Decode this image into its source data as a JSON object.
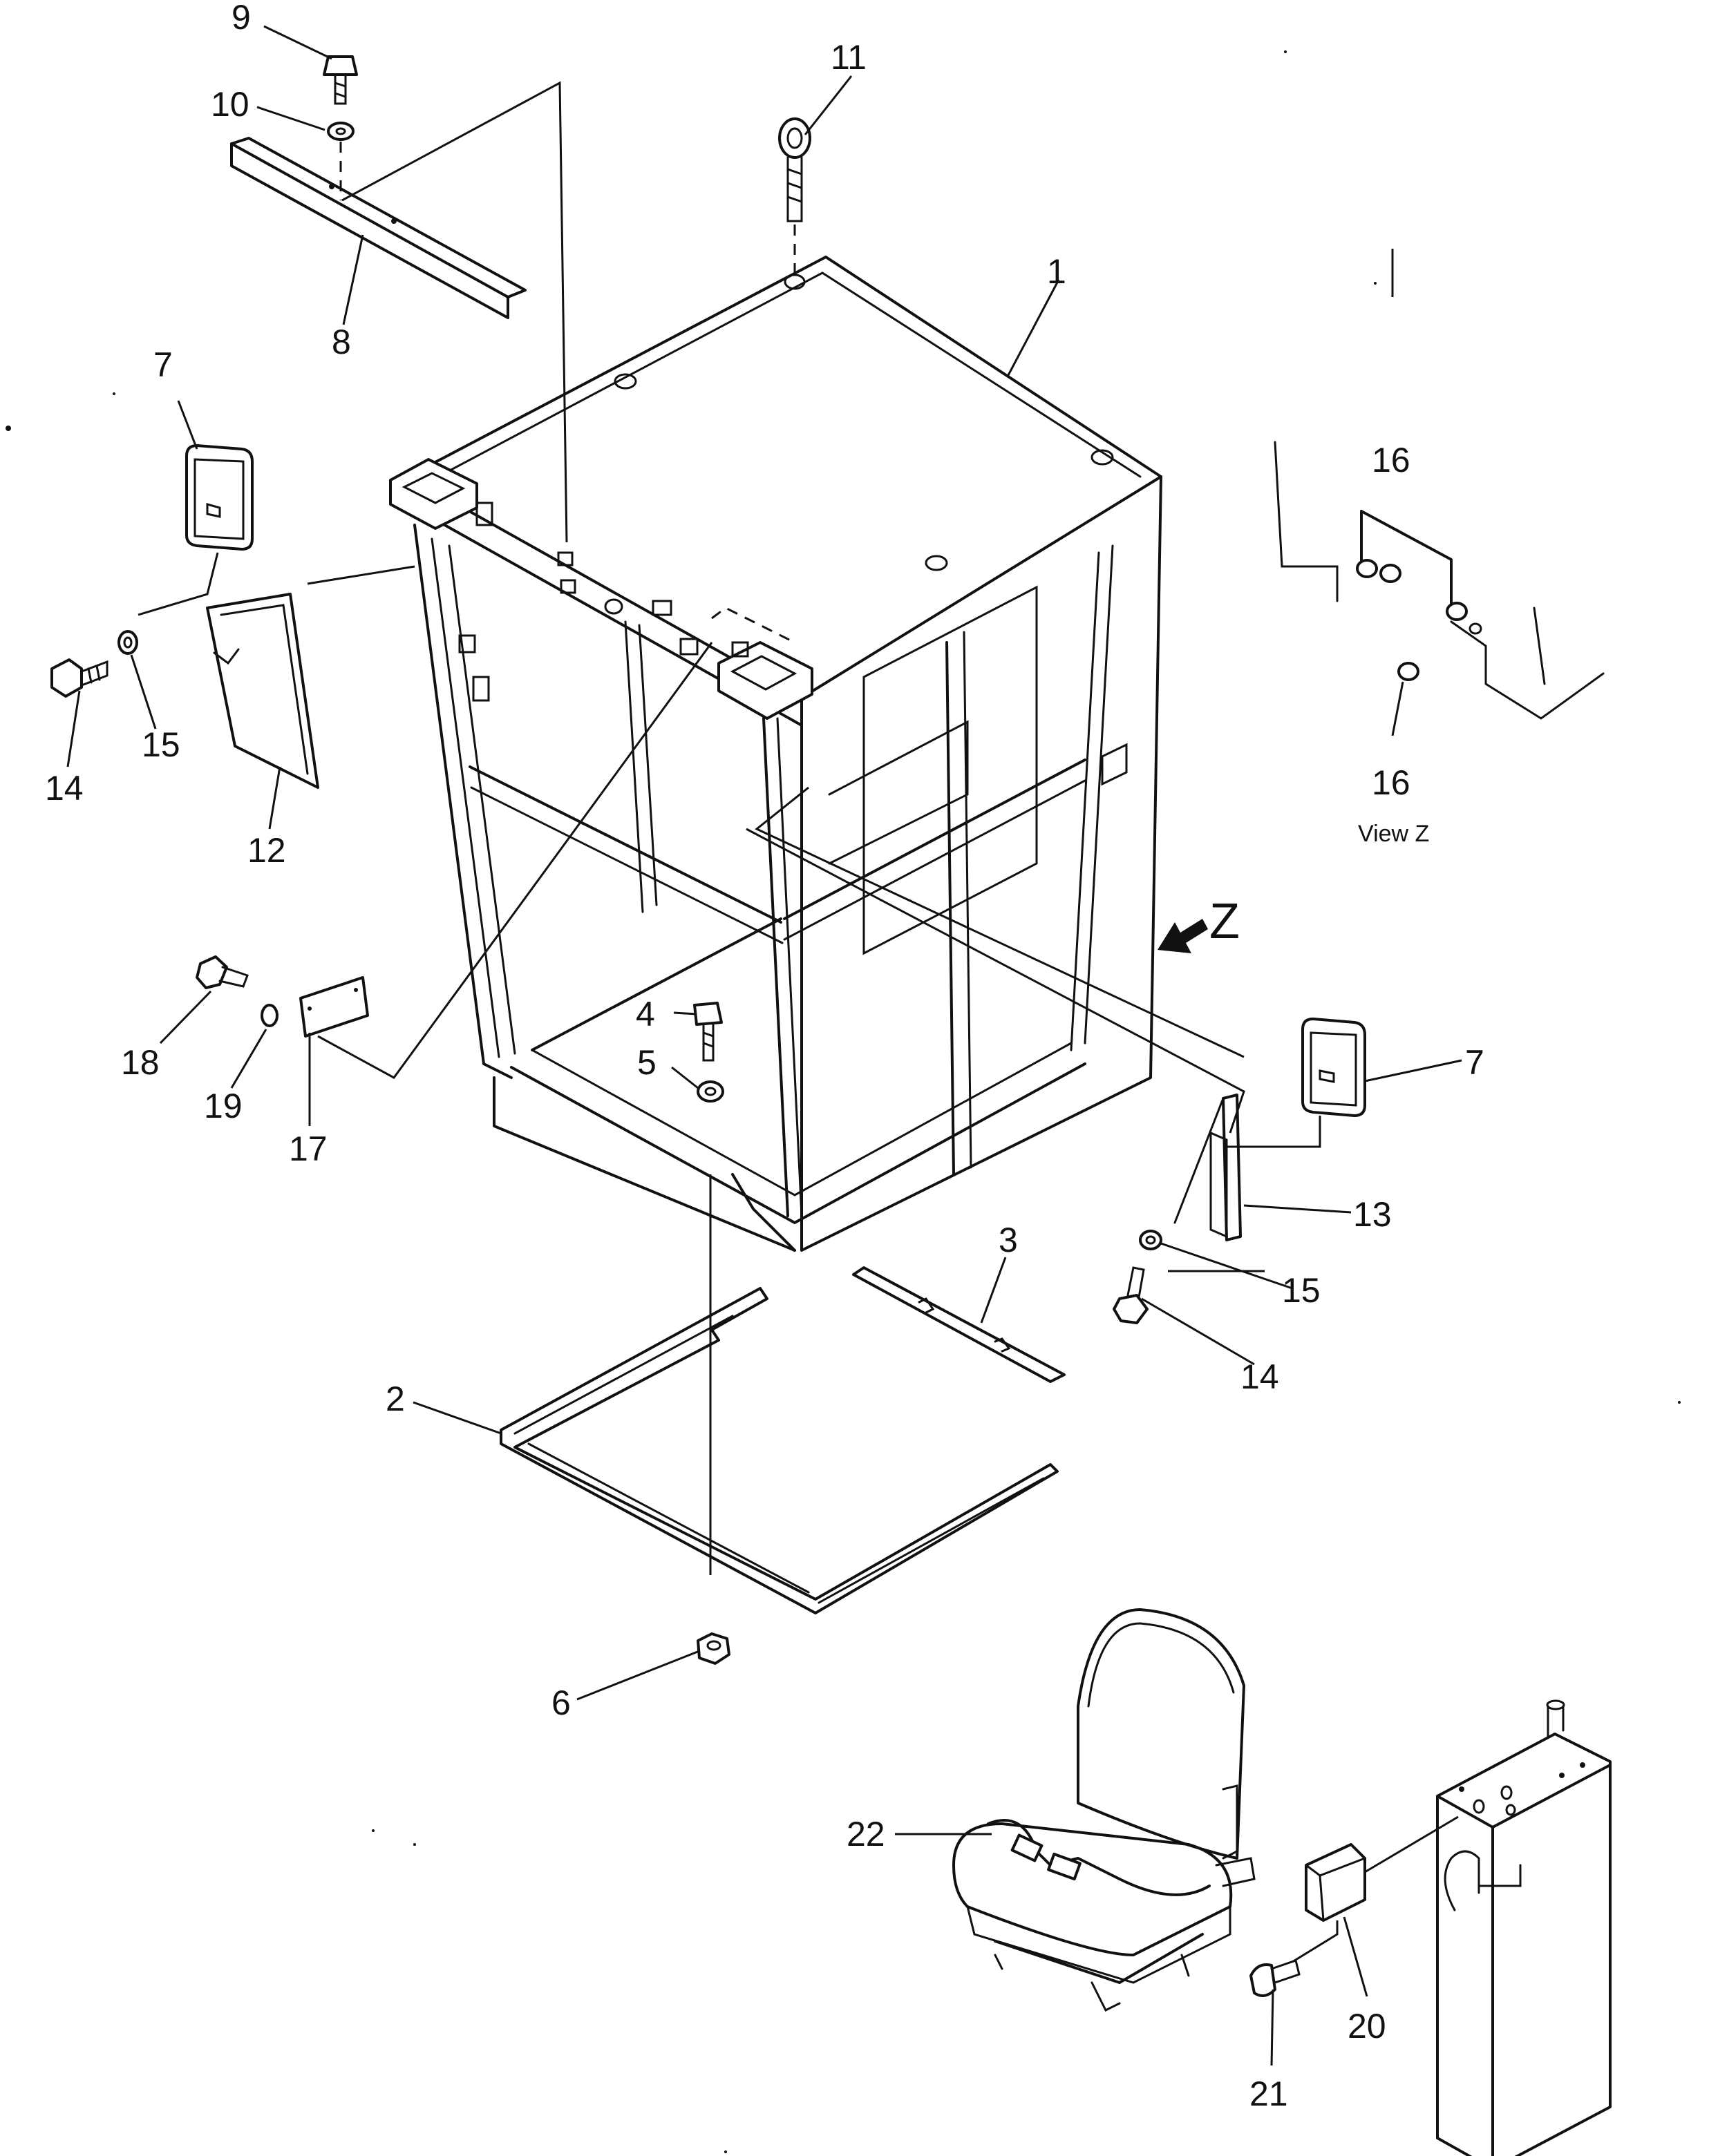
{
  "diagram": {
    "callouts": [
      {
        "id": "c9",
        "label": "9"
      },
      {
        "id": "c10",
        "label": "10"
      },
      {
        "id": "c11",
        "label": "11"
      },
      {
        "id": "c1",
        "label": "1"
      },
      {
        "id": "c8",
        "label": "8"
      },
      {
        "id": "c7a",
        "label": "7"
      },
      {
        "id": "c16a",
        "label": "16"
      },
      {
        "id": "c16b",
        "label": "16"
      },
      {
        "id": "c14a",
        "label": "14"
      },
      {
        "id": "c15a",
        "label": "15"
      },
      {
        "id": "c12",
        "label": "12"
      },
      {
        "id": "c18",
        "label": "18"
      },
      {
        "id": "c19",
        "label": "19"
      },
      {
        "id": "c17",
        "label": "17"
      },
      {
        "id": "c4",
        "label": "4"
      },
      {
        "id": "c5",
        "label": "5"
      },
      {
        "id": "c7b",
        "label": "7"
      },
      {
        "id": "c13",
        "label": "13"
      },
      {
        "id": "c15b",
        "label": "15"
      },
      {
        "id": "c14b",
        "label": "14"
      },
      {
        "id": "c3",
        "label": "3"
      },
      {
        "id": "c2",
        "label": "2"
      },
      {
        "id": "c6",
        "label": "6"
      },
      {
        "id": "c22",
        "label": "22"
      },
      {
        "id": "c20",
        "label": "20"
      },
      {
        "id": "c21",
        "label": "21"
      }
    ],
    "view_caption": "View Z",
    "view_arrow_label": "Z"
  }
}
